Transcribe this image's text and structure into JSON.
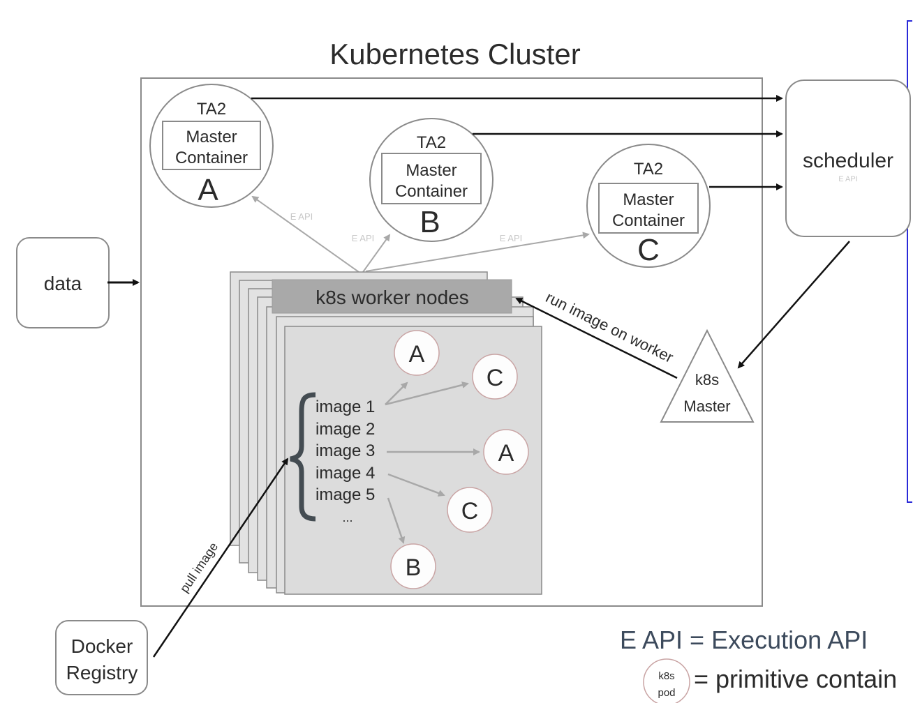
{
  "title": "Kubernetes Cluster",
  "external": {
    "data_label": "data",
    "docker_registry_line1": "Docker",
    "docker_registry_line2": "Registry",
    "scheduler_label": "scheduler",
    "scheduler_sublabel": "E API"
  },
  "ta2_nodes": [
    {
      "title": "TA2",
      "line1": "Master",
      "line2": "Container",
      "letter": "A"
    },
    {
      "title": "TA2",
      "line1": "Master",
      "line2": "Container",
      "letter": "B"
    },
    {
      "title": "TA2",
      "line1": "Master",
      "line2": "Container",
      "letter": "C"
    }
  ],
  "eapi_labels": [
    "E API",
    "E API",
    "E API"
  ],
  "worker": {
    "header": "k8s worker nodes",
    "images": [
      "image 1",
      "image 2",
      "image 3",
      "image 4",
      "image 5",
      "..."
    ],
    "pods": [
      "A",
      "C",
      "A",
      "C",
      "B"
    ]
  },
  "k8s_master": {
    "line1": "k8s",
    "line2": "Master"
  },
  "arrow_labels": {
    "run_image": "run image on worker",
    "pull_image": "pull image"
  },
  "legend": {
    "eapi": "E API = Execution API",
    "pod_line1": "k8s",
    "pod_line2": "pod",
    "pod_desc": "= primitive contain"
  },
  "colors": {
    "border_gray": "#8a8a8a",
    "worker_fill": "#dcdcdc",
    "worker_header": "#a9a9a9",
    "blue_frame": "#2a2ad8",
    "legend_text": "#3c4a5c",
    "pod_outline": "#c9a4a4"
  }
}
